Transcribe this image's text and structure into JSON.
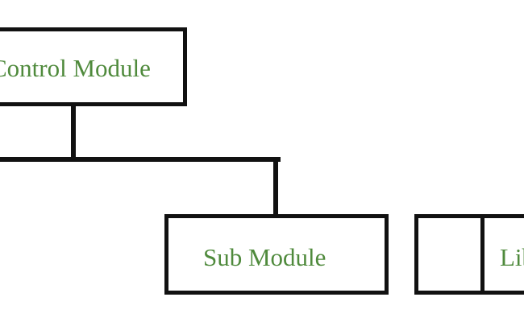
{
  "diagram": {
    "control_module": {
      "label": "Control Module"
    },
    "sub_module": {
      "label": "Sub Module"
    },
    "library_module": {
      "label": "Library"
    }
  },
  "colors": {
    "box_border": "#111111",
    "connector": "#111111",
    "label_text": "#4f8a3c",
    "background": "#ffffff"
  }
}
